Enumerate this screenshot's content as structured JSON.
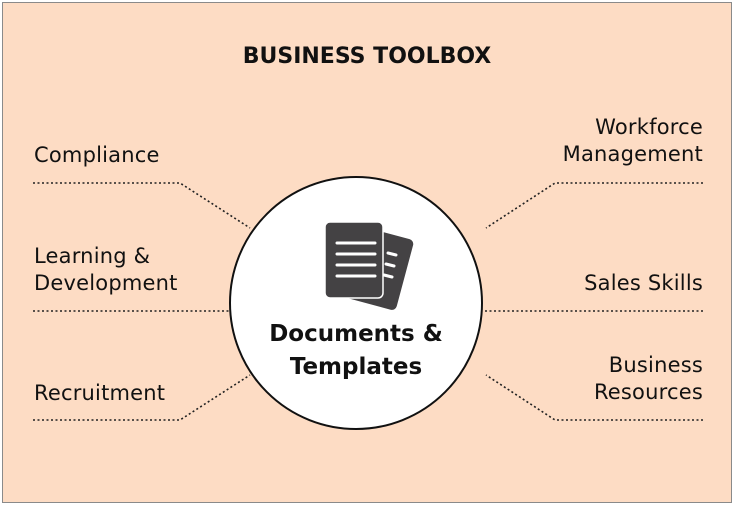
{
  "title": "BUSINESS TOOLBOX",
  "center": {
    "line1": "Documents &",
    "line2": "Templates",
    "icon": "documents-icon"
  },
  "left": [
    {
      "lines": [
        "Compliance"
      ]
    },
    {
      "lines": [
        "Learning &",
        "Development"
      ]
    },
    {
      "lines": [
        "Recruitment"
      ]
    }
  ],
  "right": [
    {
      "lines": [
        "Workforce",
        "Management"
      ]
    },
    {
      "lines": [
        "Sales Skills"
      ]
    },
    {
      "lines": [
        "Business",
        "Resources"
      ]
    }
  ],
  "colors": {
    "background": "#fddcc4",
    "icon": "#444244",
    "circle": "#ffffff"
  }
}
